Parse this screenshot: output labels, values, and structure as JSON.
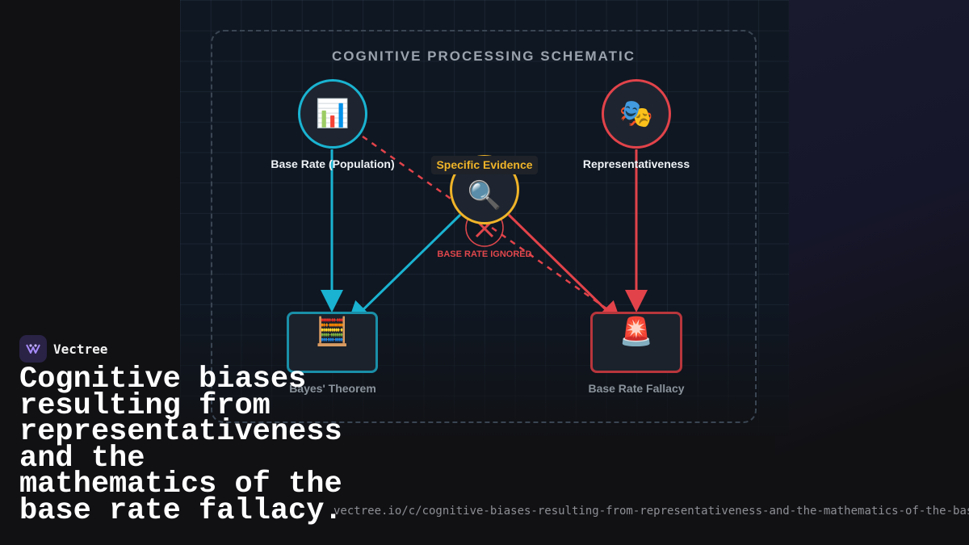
{
  "schematic": {
    "title": "COGNITIVE PROCESSING SCHEMATIC",
    "nodes": {
      "base_rate": {
        "label": "Base Rate (Population)",
        "icon": "bar-chart-icon",
        "glyph": "📊",
        "color": "#1ab3d1"
      },
      "representativeness": {
        "label": "Representativeness",
        "icon": "theater-masks-icon",
        "glyph": "🎭",
        "color": "#e2434a"
      },
      "evidence": {
        "label": "Specific Evidence",
        "icon": "magnifier-icon",
        "glyph": "🔍",
        "color": "#f0b429"
      },
      "bayes": {
        "label": "Bayes' Theorem",
        "icon": "abacus-icon",
        "glyph": "🧮",
        "color": "#1ab3d1"
      },
      "fallacy": {
        "label": "Base Rate Fallacy",
        "icon": "siren-icon",
        "glyph": "🚨",
        "color": "#e2434a"
      }
    },
    "ignored": {
      "label": "BASE RATE IGNORED",
      "icon": "cross-icon",
      "color": "#e0474c"
    }
  },
  "brand": {
    "name": "Vectree",
    "logo_color": "#a78bfa"
  },
  "headline": "Cognitive biases resulting from representativeness and the mathematics of the base rate fallacy.",
  "url": "vectree.io/c/cognitive-biases-resulting-from-representativeness-and-the-mathematics-of-the-base-rate-fallacy"
}
